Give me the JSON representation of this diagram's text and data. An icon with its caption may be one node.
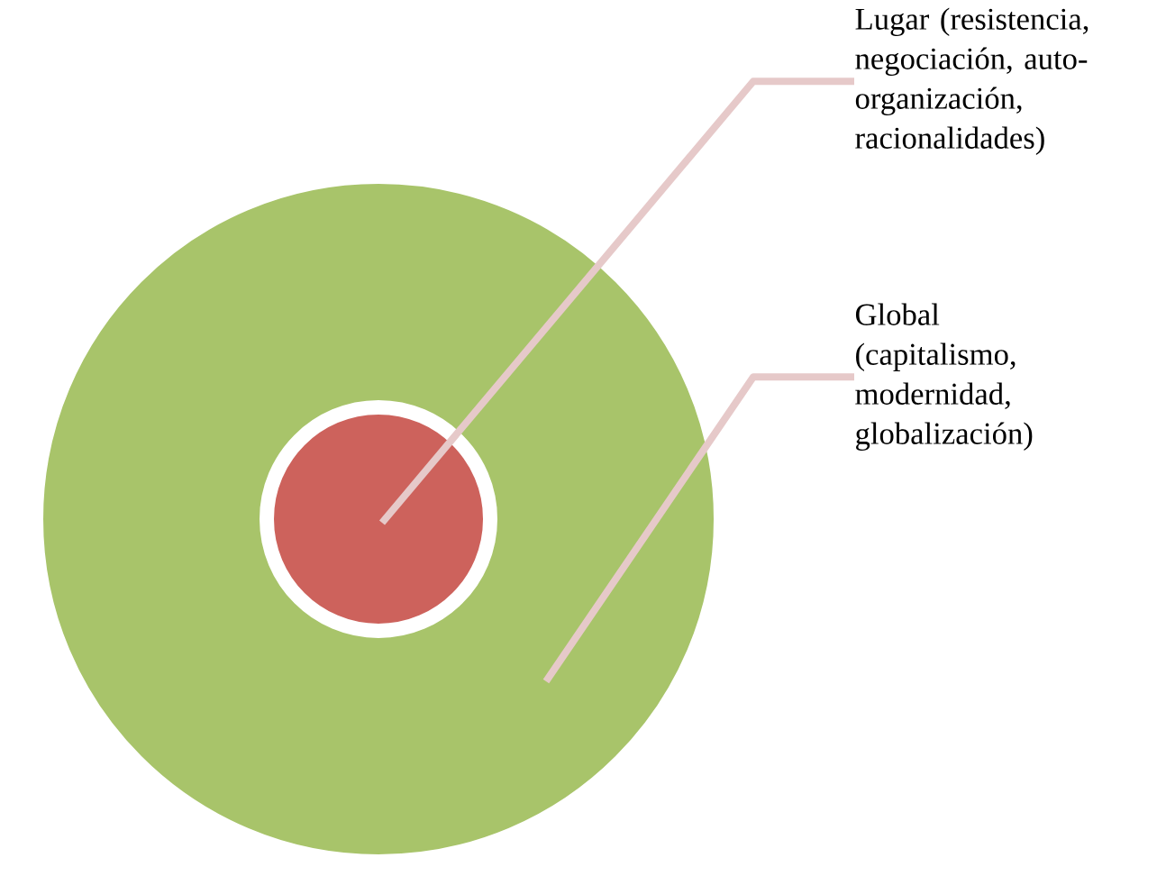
{
  "diagram": {
    "nodes": [
      {
        "text": [
          "Lugar (resistencia, negociación, auto-organización, racionalidades)"
        ]
      },
      {
        "text": [
          "Global (capitalismo, modernidad, globalización)"
        ]
      },
      {
        "text": [],
        "shape": "circle"
      },
      {
        "text": [],
        "shape": "circle",
        "in": 2
      }
    ],
    "edges": [
      {
        "from": 0,
        "to": 3,
        "arrow": "none"
      },
      {
        "from": 1,
        "to": 2,
        "arrow": "none"
      }
    ]
  }
}
